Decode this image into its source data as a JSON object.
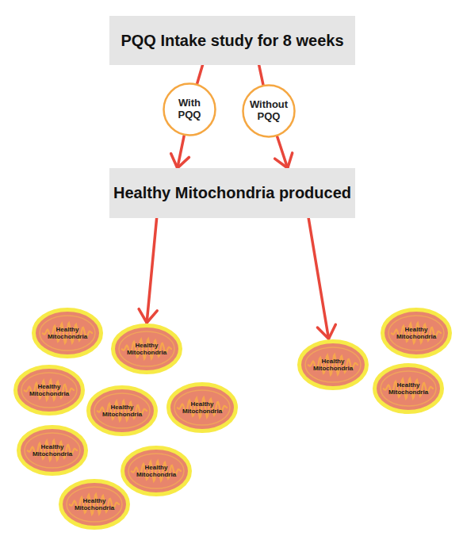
{
  "diagram": {
    "nodes": [
      {
        "text": [
          "PQQ Intake study for 8 weeks"
        ]
      },
      {
        "text": [
          "With PQQ"
        ]
      },
      {
        "text": [
          "Without PQQ"
        ]
      },
      {
        "text": [
          "Healthy Mitochondria produced"
        ]
      },
      {
        "text": [
          "Healthy Mitochondria"
        ]
      },
      {
        "text": [
          "Healthy Mitochondria"
        ]
      },
      {
        "text": [
          "Healthy Mitochondria"
        ]
      },
      {
        "text": [
          "Healthy Mitochondria"
        ]
      },
      {
        "text": [
          "Healthy Mitochondria"
        ]
      },
      {
        "text": [
          "Healthy Mitochondria"
        ]
      },
      {
        "text": [
          "Healthy Mitochondria"
        ]
      },
      {
        "text": [
          "Healthy Mitochondria"
        ]
      },
      {
        "text": [
          "Healthy Mitochondria"
        ]
      },
      {
        "text": [
          "Healthy Mitochondria"
        ]
      },
      {
        "text": [
          "Healthy Mitochondria"
        ]
      }
    ],
    "edges": [
      {
        "from": 0,
        "to": 1,
        "arrow": "none"
      },
      {
        "from": 1,
        "to": 3,
        "arrow": "to"
      },
      {
        "from": 0,
        "to": 2,
        "arrow": "none"
      },
      {
        "from": 2,
        "to": 3,
        "arrow": "to"
      },
      {
        "from": 3,
        "to": 5,
        "arrow": "to"
      },
      {
        "from": 3,
        "to": 13,
        "arrow": "to"
      }
    ]
  }
}
